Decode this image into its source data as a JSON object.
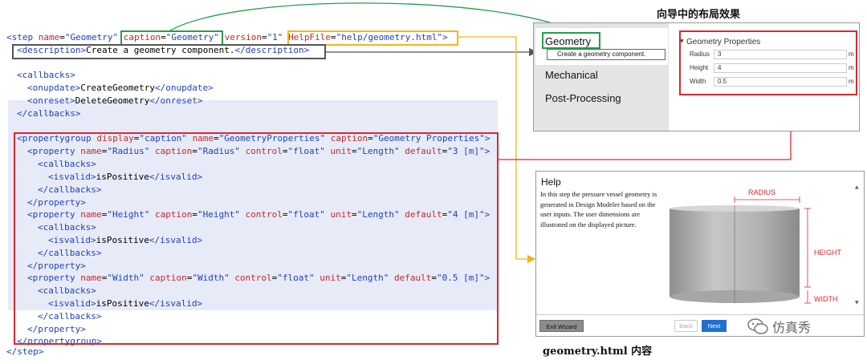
{
  "code": {
    "lines": [
      {
        "key": "l1",
        "spans": [
          [
            "t",
            "<step "
          ],
          [
            "a",
            "name"
          ],
          [
            "x",
            "="
          ],
          [
            "v",
            "\"Geometry\""
          ],
          [
            "x",
            " "
          ],
          [
            "a",
            "caption"
          ],
          [
            "x",
            "="
          ],
          [
            "v",
            "\"Geometry\""
          ],
          [
            "x",
            " "
          ],
          [
            "a",
            "version"
          ],
          [
            "x",
            "="
          ],
          [
            "v",
            "\"1\""
          ],
          [
            "x",
            " "
          ],
          [
            "a",
            "HelpFile"
          ],
          [
            "x",
            "="
          ],
          [
            "v",
            "\"help/geometry.html\""
          ],
          [
            "t",
            ">"
          ]
        ]
      },
      {
        "key": "l2",
        "spans": [
          [
            "t",
            "<description>"
          ],
          [
            "x",
            "Create a geometry component."
          ],
          [
            "t",
            "</description>"
          ]
        ]
      },
      {
        "key": "l3",
        "spans": [
          [
            "t",
            "<callbacks>"
          ]
        ]
      },
      {
        "key": "l4",
        "spans": [
          [
            "t",
            "<onupdate>"
          ],
          [
            "x",
            "CreateGeometry"
          ],
          [
            "t",
            "</onupdate>"
          ]
        ]
      },
      {
        "key": "l5",
        "spans": [
          [
            "t",
            "<onreset>"
          ],
          [
            "x",
            "DeleteGeometry"
          ],
          [
            "t",
            "</onreset>"
          ]
        ]
      },
      {
        "key": "l6",
        "spans": [
          [
            "t",
            "</callbacks>"
          ]
        ]
      },
      {
        "key": "l7",
        "spans": [
          [
            "t",
            "<propertygroup "
          ],
          [
            "a",
            "display"
          ],
          [
            "x",
            "="
          ],
          [
            "v",
            "\"caption\""
          ],
          [
            "x",
            " "
          ],
          [
            "a",
            "name"
          ],
          [
            "x",
            "="
          ],
          [
            "v",
            "\"GeometryProperties\""
          ],
          [
            "x",
            " "
          ],
          [
            "a",
            "caption"
          ],
          [
            "x",
            "="
          ],
          [
            "v",
            "\"Geometry Properties\""
          ],
          [
            "t",
            ">"
          ]
        ]
      },
      {
        "key": "l8",
        "spans": [
          [
            "t",
            "<property "
          ],
          [
            "a",
            "name"
          ],
          [
            "x",
            "="
          ],
          [
            "v",
            "\"Radius\""
          ],
          [
            "x",
            " "
          ],
          [
            "a",
            "caption"
          ],
          [
            "x",
            "="
          ],
          [
            "v",
            "\"Radius\""
          ],
          [
            "x",
            " "
          ],
          [
            "a",
            "control"
          ],
          [
            "x",
            "="
          ],
          [
            "v",
            "\"float\""
          ],
          [
            "x",
            " "
          ],
          [
            "a",
            "unit"
          ],
          [
            "x",
            "="
          ],
          [
            "v",
            "\"Length\""
          ],
          [
            "x",
            " "
          ],
          [
            "a",
            "default"
          ],
          [
            "x",
            "="
          ],
          [
            "v",
            "\"3 [m]\""
          ],
          [
            "t",
            ">"
          ]
        ]
      },
      {
        "key": "l9",
        "spans": [
          [
            "t",
            "<callbacks>"
          ]
        ]
      },
      {
        "key": "l10",
        "spans": [
          [
            "t",
            "<isvalid>"
          ],
          [
            "x",
            "isPositive"
          ],
          [
            "t",
            "</isvalid>"
          ]
        ]
      },
      {
        "key": "l11",
        "spans": [
          [
            "t",
            "</callbacks>"
          ]
        ]
      },
      {
        "key": "l12",
        "spans": [
          [
            "t",
            "</property>"
          ]
        ]
      },
      {
        "key": "l13",
        "spans": [
          [
            "t",
            "<property "
          ],
          [
            "a",
            "name"
          ],
          [
            "x",
            "="
          ],
          [
            "v",
            "\"Height\""
          ],
          [
            "x",
            " "
          ],
          [
            "a",
            "caption"
          ],
          [
            "x",
            "="
          ],
          [
            "v",
            "\"Height\""
          ],
          [
            "x",
            " "
          ],
          [
            "a",
            "control"
          ],
          [
            "x",
            "="
          ],
          [
            "v",
            "\"float\""
          ],
          [
            "x",
            " "
          ],
          [
            "a",
            "unit"
          ],
          [
            "x",
            "="
          ],
          [
            "v",
            "\"Length\""
          ],
          [
            "x",
            " "
          ],
          [
            "a",
            "default"
          ],
          [
            "x",
            "="
          ],
          [
            "v",
            "\"4 [m]\""
          ],
          [
            "t",
            ">"
          ]
        ]
      },
      {
        "key": "l14",
        "spans": [
          [
            "t",
            "<callbacks>"
          ]
        ]
      },
      {
        "key": "l15",
        "spans": [
          [
            "t",
            "<isvalid>"
          ],
          [
            "x",
            "isPositive"
          ],
          [
            "t",
            "</isvalid>"
          ]
        ]
      },
      {
        "key": "l16",
        "spans": [
          [
            "t",
            "</callbacks>"
          ]
        ]
      },
      {
        "key": "l17",
        "spans": [
          [
            "t",
            "</property>"
          ]
        ]
      },
      {
        "key": "l18",
        "spans": [
          [
            "t",
            "<property "
          ],
          [
            "a",
            "name"
          ],
          [
            "x",
            "="
          ],
          [
            "v",
            "\"Width\""
          ],
          [
            "x",
            " "
          ],
          [
            "a",
            "caption"
          ],
          [
            "x",
            "="
          ],
          [
            "v",
            "\"Width\""
          ],
          [
            "x",
            " "
          ],
          [
            "a",
            "control"
          ],
          [
            "x",
            "="
          ],
          [
            "v",
            "\"float\""
          ],
          [
            "x",
            " "
          ],
          [
            "a",
            "unit"
          ],
          [
            "x",
            "="
          ],
          [
            "v",
            "\"Length\""
          ],
          [
            "x",
            " "
          ],
          [
            "a",
            "default"
          ],
          [
            "x",
            "="
          ],
          [
            "v",
            "\"0.5 [m]\""
          ],
          [
            "t",
            ">"
          ]
        ]
      },
      {
        "key": "l19",
        "spans": [
          [
            "t",
            "<callbacks>"
          ]
        ]
      },
      {
        "key": "l20",
        "spans": [
          [
            "t",
            "<isvalid>"
          ],
          [
            "x",
            "isPositive"
          ],
          [
            "t",
            "</isvalid>"
          ]
        ]
      },
      {
        "key": "l21",
        "spans": [
          [
            "t",
            "</callbacks>"
          ]
        ]
      },
      {
        "key": "l22",
        "spans": [
          [
            "t",
            "</property>"
          ]
        ]
      },
      {
        "key": "l23",
        "spans": [
          [
            "t",
            "</propertygroup>"
          ]
        ]
      },
      {
        "key": "l24",
        "spans": [
          [
            "t",
            "</step>"
          ]
        ]
      }
    ]
  },
  "wizard": {
    "heading": "向导中的布局效果",
    "steps": [
      "Geometry",
      "Mechanical",
      "Post-Processing"
    ],
    "description": "Create a geometry component.",
    "group_title": "Geometry Properties",
    "properties": [
      {
        "label": "Radius",
        "value": "3",
        "unit": "m"
      },
      {
        "label": "Height",
        "value": "4",
        "unit": "m"
      },
      {
        "label": "Width",
        "value": "0.5",
        "unit": "m"
      }
    ]
  },
  "help": {
    "caption": "geometry.html 内容",
    "title": "Help",
    "text": "In this step the pressure vessel geometry is generated in Design Modeler based on the user inputs. The user dimensions are illustrated on the displayed picture.",
    "dims": {
      "radius": "RADIUS",
      "height": "HEIGHT",
      "width": "WIDTH"
    },
    "buttons": {
      "exit": "Exit Wizard",
      "back": "Back",
      "next": "Next"
    }
  },
  "watermark": "仿真秀",
  "colors": {
    "green": "#22a04a",
    "dark": "#555555",
    "yellow": "#f2b51c",
    "red": "#e0262b",
    "tag": "#1e3fbf",
    "attr": "#c62828",
    "next": "#1f6fd1"
  }
}
